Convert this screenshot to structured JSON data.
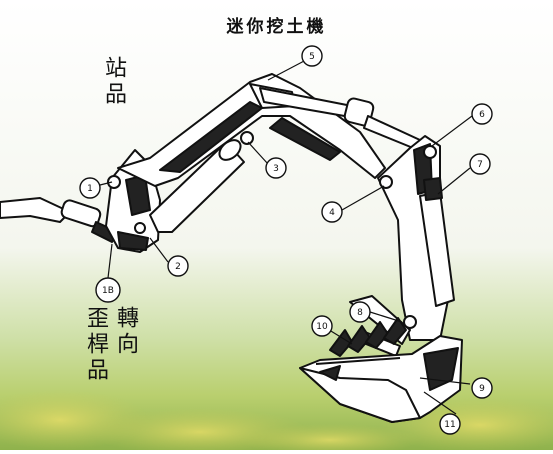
{
  "title": "迷你挖土機",
  "labels": {
    "station_part": "站品",
    "turning_col1": "轉向",
    "turning_col2": "歪桿品"
  },
  "callouts": [
    "1",
    "2",
    "3",
    "4",
    "5",
    "6",
    "7",
    "8",
    "9",
    "10",
    "11",
    "1B"
  ],
  "colors": {
    "sky_top": "#ffffff",
    "field_green": "#9bbf5a",
    "field_yellow": "#d9d36a",
    "line": "#111111",
    "shadow": "#1a1a1a"
  }
}
